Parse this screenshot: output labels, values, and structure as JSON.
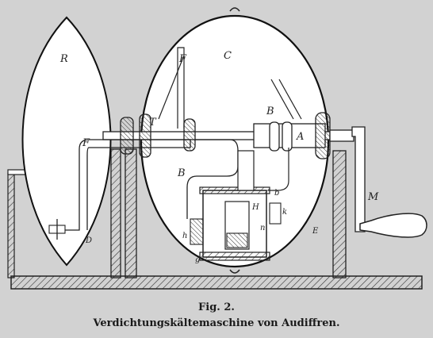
{
  "figure": {
    "number": "Fig. 2.",
    "caption": "Verdichtungskältemaschine von Audiffren.",
    "labels": {
      "R": "R",
      "C": "C",
      "F_top": "F",
      "F_left": "F",
      "T": "T",
      "B_top": "B",
      "B_left": "B",
      "A": "A",
      "M": "M",
      "D": "D",
      "E": "E",
      "H": "H",
      "h": "h",
      "k": "k",
      "g": "g",
      "n": "n",
      "b": "b"
    }
  }
}
